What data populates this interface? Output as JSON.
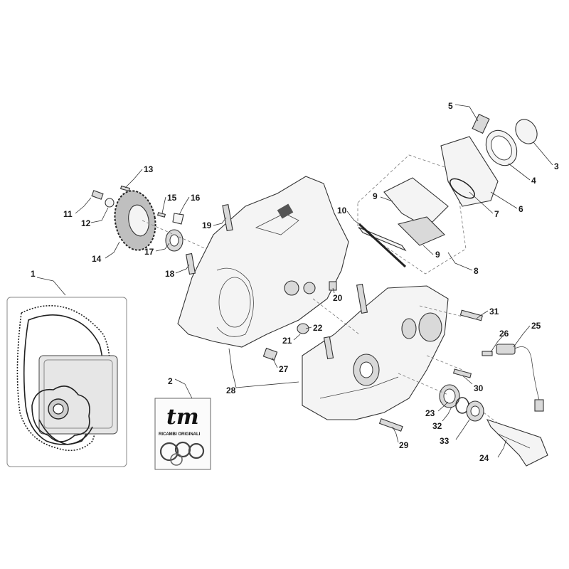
{
  "diagram": {
    "callouts": [
      {
        "id": "1",
        "text": "1"
      },
      {
        "id": "2",
        "text": "2"
      },
      {
        "id": "3",
        "text": "3"
      },
      {
        "id": "4",
        "text": "4"
      },
      {
        "id": "5",
        "text": "5"
      },
      {
        "id": "6",
        "text": "6"
      },
      {
        "id": "7",
        "text": "7"
      },
      {
        "id": "8",
        "text": "8"
      },
      {
        "id": "9a",
        "text": "9"
      },
      {
        "id": "9b",
        "text": "9"
      },
      {
        "id": "10",
        "text": "10"
      },
      {
        "id": "11",
        "text": "11"
      },
      {
        "id": "12",
        "text": "12"
      },
      {
        "id": "13",
        "text": "13"
      },
      {
        "id": "14",
        "text": "14"
      },
      {
        "id": "15",
        "text": "15"
      },
      {
        "id": "16",
        "text": "16"
      },
      {
        "id": "17",
        "text": "17"
      },
      {
        "id": "18",
        "text": "18"
      },
      {
        "id": "19",
        "text": "19"
      },
      {
        "id": "20",
        "text": "20"
      },
      {
        "id": "21",
        "text": "21"
      },
      {
        "id": "22",
        "text": "22"
      },
      {
        "id": "23",
        "text": "23"
      },
      {
        "id": "24",
        "text": "24"
      },
      {
        "id": "25",
        "text": "25"
      },
      {
        "id": "26",
        "text": "26"
      },
      {
        "id": "27",
        "text": "27"
      },
      {
        "id": "28",
        "text": "28"
      },
      {
        "id": "29",
        "text": "29"
      },
      {
        "id": "30",
        "text": "30"
      },
      {
        "id": "31",
        "text": "31"
      },
      {
        "id": "32",
        "text": "32"
      },
      {
        "id": "33",
        "text": "33"
      }
    ],
    "kit_brand": "tm",
    "kit_caption": "RICAMBI ORIGINALI"
  }
}
